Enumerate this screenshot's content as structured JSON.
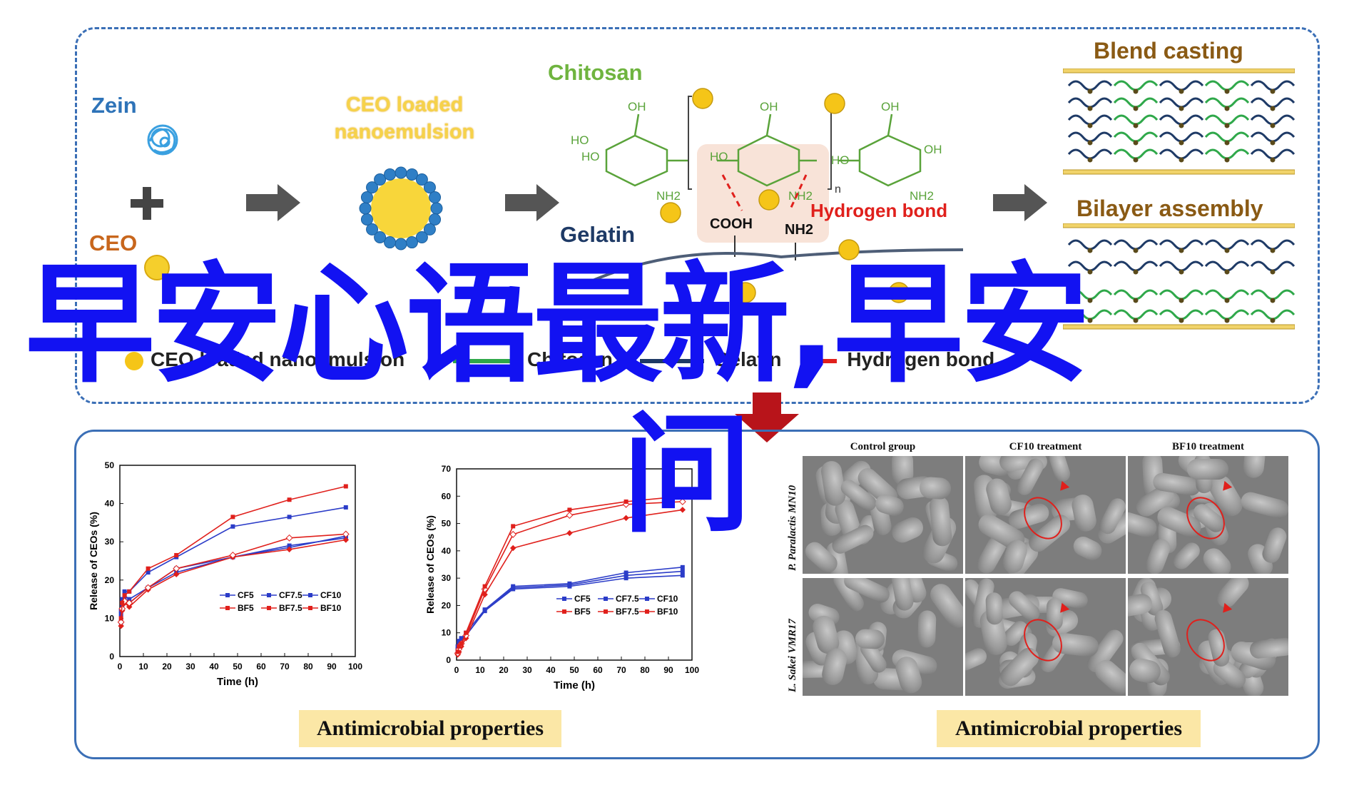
{
  "labels": {
    "zein": "Zein",
    "ceo": "CEO",
    "chitosan": "Chitosan",
    "gelatin": "Gelatin",
    "hydrogen_bond": "Hydrogen bond",
    "nanoemulsion_line1": "CEO loaded",
    "nanoemulsion_line2": "nanoemulsion",
    "blend_casting": "Blend casting",
    "bilayer_assembly": "Bilayer assembly",
    "cooh": "COOH",
    "nh2": "NH2",
    "n_sub": "n",
    "oh": "OH",
    "ho": "HO"
  },
  "legend_row": {
    "item1": "CEO loaded nanoemulsion",
    "item2": "Chitosan",
    "item3": "Gelatin",
    "item4": "Hydrogen bond"
  },
  "overlay": {
    "line1": "早安心语最新,早安",
    "line2": "问"
  },
  "bottom": {
    "antimicrobial_left": "Antimicrobial properties",
    "antimicrobial_right": "Antimicrobial properties",
    "micro_columns": [
      "Control group",
      "CF10 treatment",
      "BF10 treatment"
    ],
    "micro_rows": [
      "P. Paralactis MN10",
      "L. Sakei VMR17"
    ]
  },
  "colors": {
    "panel_border": "#3b6fb6",
    "overlay_text": "#1212f2",
    "blue_series": "#2b3cc8",
    "red_series": "#e0201c",
    "arrow_gray": "#555555"
  },
  "chart_data": [
    {
      "type": "line",
      "xlabel": "Time (h)",
      "ylabel": "Release of CEOs (%)",
      "xlim": [
        0,
        100
      ],
      "ylim": [
        0,
        50
      ],
      "xticks": [
        0,
        10,
        20,
        30,
        40,
        50,
        60,
        70,
        80,
        90,
        100
      ],
      "yticks": [
        0,
        10,
        20,
        30,
        40,
        50
      ],
      "x": [
        0.5,
        1,
        2,
        4,
        12,
        24,
        48,
        72,
        96
      ],
      "series": [
        {
          "name": "CF5",
          "color": "#2b3cc8",
          "marker": "square",
          "values": [
            9,
            13,
            15,
            14,
            18,
            22,
            26,
            29,
            31
          ]
        },
        {
          "name": "CF7.5",
          "color": "#2b3cc8",
          "marker": "triangle",
          "values": [
            11,
            14,
            16,
            15,
            18,
            23,
            26,
            28.5,
            31.5
          ]
        },
        {
          "name": "CF10",
          "color": "#2b3cc8",
          "marker": "circle",
          "values": [
            12,
            15,
            17,
            17,
            22,
            26,
            34,
            36.5,
            39
          ]
        },
        {
          "name": "BF5",
          "color": "#e0201c",
          "marker": "diamond",
          "values": [
            8,
            12,
            14,
            13,
            17.5,
            21.5,
            26,
            28,
            30.5
          ]
        },
        {
          "name": "BF7.5",
          "color": "#e0201c",
          "marker": "diamond-open",
          "values": [
            9,
            12.5,
            14.5,
            14,
            18,
            23,
            26.5,
            31,
            32
          ]
        },
        {
          "name": "BF10",
          "color": "#e0201c",
          "marker": "triangle",
          "values": [
            10,
            14,
            16,
            17,
            23,
            26.5,
            36.5,
            41,
            44.5
          ]
        }
      ],
      "legend": "center-right"
    },
    {
      "type": "line",
      "xlabel": "Time (h)",
      "ylabel": "Release of CEOs (%)",
      "xlim": [
        0,
        100
      ],
      "ylim": [
        0,
        70
      ],
      "xticks": [
        0,
        10,
        20,
        30,
        40,
        50,
        60,
        70,
        80,
        90,
        100
      ],
      "yticks": [
        0,
        10,
        20,
        30,
        40,
        50,
        60,
        70
      ],
      "x": [
        0.5,
        1,
        2,
        4,
        12,
        24,
        48,
        72,
        96
      ],
      "series": [
        {
          "name": "CF5",
          "color": "#2b3cc8",
          "marker": "square",
          "values": [
            3,
            5,
            7,
            9,
            18,
            26,
            27,
            30,
            31
          ]
        },
        {
          "name": "CF7.5",
          "color": "#2b3cc8",
          "marker": "triangle",
          "values": [
            4,
            6,
            8,
            9,
            18,
            26.5,
            27.5,
            31,
            32.5
          ]
        },
        {
          "name": "CF10",
          "color": "#2b3cc8",
          "marker": "circle",
          "values": [
            5,
            7,
            8,
            10,
            18.5,
            27,
            28,
            32,
            34
          ]
        },
        {
          "name": "BF5",
          "color": "#e0201c",
          "marker": "diamond",
          "values": [
            2,
            3,
            5,
            8,
            24,
            41,
            46.5,
            52,
            55
          ]
        },
        {
          "name": "BF7.5",
          "color": "#e0201c",
          "marker": "diamond-open",
          "values": [
            2.5,
            4,
            6,
            9,
            26,
            46,
            53,
            57,
            58
          ]
        },
        {
          "name": "BF10",
          "color": "#e0201c",
          "marker": "triangle",
          "values": [
            3,
            5,
            6,
            10,
            27,
            49,
            55,
            58,
            60
          ]
        }
      ],
      "legend": "center-right"
    }
  ]
}
